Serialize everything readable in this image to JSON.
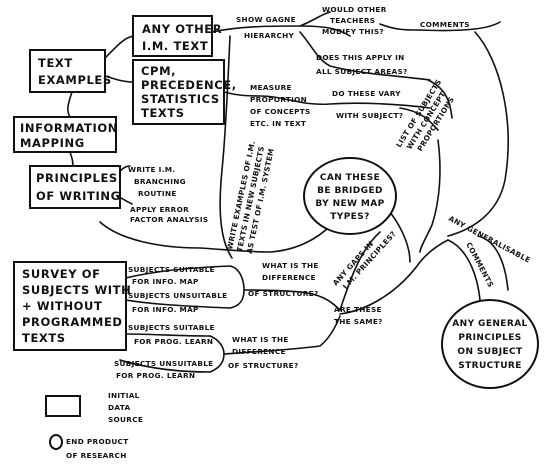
{
  "boxes": {
    "text_examples": [
      "TEXT",
      "EXAMPLES"
    ],
    "any_other": [
      "ANY OTHER",
      "I.M. TEXT"
    ],
    "cpm": [
      "CPM,",
      "PRECEDENCE,",
      "STATISTICS",
      "TEXTS"
    ],
    "info_mapping": [
      "INFORMATION",
      "MAPPING"
    ],
    "principles": [
      "PRINCIPLES",
      "OF WRITING"
    ],
    "survey": [
      "SURVEY OF",
      "SUBJECTS WITH",
      "+ WITHOUT",
      "PROGRAMMED",
      "TEXTS"
    ]
  },
  "ovals": {
    "bridged": [
      "CAN THESE",
      "BE BRIDGED",
      "BY NEW MAP",
      "TYPES?"
    ],
    "general": [
      "ANY GENERAL",
      "PRINCIPLES",
      "ON SUBJECT",
      "STRUCTURE"
    ]
  },
  "labels": {
    "show_gagne": [
      "SHOW GAGNE",
      "HIERARCHY"
    ],
    "would_other": [
      "WOULD OTHER",
      "TEACHERS",
      "MODIFY THIS?"
    ],
    "comments_top": "COMMENTS",
    "does_apply": [
      "DOES THIS APPLY IN",
      "ALL SUBJECT AREAS?"
    ],
    "measure": [
      "MEASURE",
      "PROPORTION",
      "OF CONCEPTS",
      "ETC. IN TEXT"
    ],
    "do_these_vary": [
      "DO THESE VARY",
      "WITH SUBJECT?"
    ],
    "list_subjects": [
      "LIST OF SUBJECTS",
      "WITH CONCEPT",
      "PROPORTIONS"
    ],
    "write_examples": [
      "WRITE EXAMPLES OF I.M.",
      "TEXTS IN NEW SUBJECTS",
      "AS TEST OF I.M. SYSTEM"
    ],
    "write_im": [
      "WRITE I.M.",
      "BRANCHING",
      "ROUTINE"
    ],
    "apply_error": [
      "APPLY ERROR",
      "FACTOR ANALYSIS"
    ],
    "any_gaps": [
      "ANY GAPS IN",
      "I.M. PRINCIPLES?"
    ],
    "any_generalisable": "ANY GENERALISABLE",
    "comments_right": "COMMENTS",
    "subj_suitable_info": [
      "SUBJECTS SUITABLE",
      "FOR INFO. MAP"
    ],
    "subj_unsuitable_info": [
      "SUBJECTS UNSUITABLE",
      "FOR INFO. MAP"
    ],
    "subj_suitable_prog": [
      "SUBJECTS SUITABLE",
      "FOR PROG. LEARN"
    ],
    "subj_unsuitable_prog": [
      "SUBJECTS UNSUITABLE",
      "FOR PROG. LEARN"
    ],
    "what_diff_1": [
      "WHAT IS THE",
      "DIFFERENCE",
      "OF STRUCTURE?"
    ],
    "are_same": [
      "ARE THESE",
      "THE SAME?"
    ],
    "what_diff_2": [
      "WHAT IS THE",
      "DIFFERENCE",
      "OF STRUCTURE?"
    ]
  },
  "legend": {
    "box_label": [
      "INITIAL",
      "DATA",
      "SOURCE"
    ],
    "oval_label": [
      "END PRODUCT",
      "OF RESEARCH"
    ]
  }
}
